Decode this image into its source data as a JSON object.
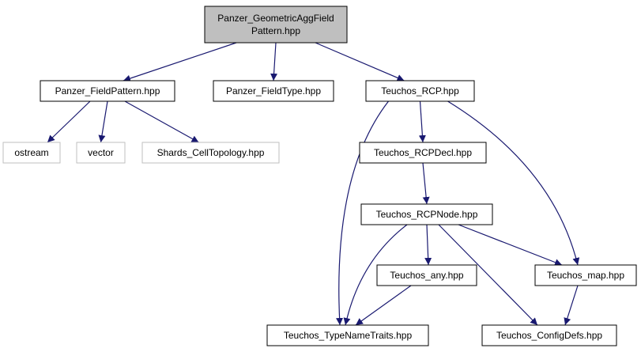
{
  "diagram": {
    "colors": {
      "edge": "#191970",
      "border": "#000000",
      "external_border": "#bfbfbf",
      "root_fill": "#bfbfbf",
      "node_fill": "#ffffff"
    },
    "nodes": {
      "geometric": {
        "lines": [
          "Panzer_GeometricAggField",
          "Pattern.hpp"
        ],
        "kind": "root"
      },
      "fieldpattern": {
        "lines": [
          "Panzer_FieldPattern.hpp"
        ],
        "kind": "normal"
      },
      "fieldtype": {
        "lines": [
          "Panzer_FieldType.hpp"
        ],
        "kind": "normal"
      },
      "rcp": {
        "lines": [
          "Teuchos_RCP.hpp"
        ],
        "kind": "normal"
      },
      "ostream": {
        "lines": [
          "ostream"
        ],
        "kind": "external"
      },
      "vector": {
        "lines": [
          "vector"
        ],
        "kind": "external"
      },
      "shards": {
        "lines": [
          "Shards_CellTopology.hpp"
        ],
        "kind": "external"
      },
      "rcpdecl": {
        "lines": [
          "Teuchos_RCPDecl.hpp"
        ],
        "kind": "normal"
      },
      "rcpnode": {
        "lines": [
          "Teuchos_RCPNode.hpp"
        ],
        "kind": "normal"
      },
      "any": {
        "lines": [
          "Teuchos_any.hpp"
        ],
        "kind": "normal"
      },
      "map": {
        "lines": [
          "Teuchos_map.hpp"
        ],
        "kind": "normal"
      },
      "typenametraits": {
        "lines": [
          "Teuchos_TypeNameTraits.hpp"
        ],
        "kind": "normal"
      },
      "configdefs": {
        "lines": [
          "Teuchos_ConfigDefs.hpp"
        ],
        "kind": "normal"
      }
    },
    "edges": [
      [
        "geometric",
        "fieldpattern"
      ],
      [
        "geometric",
        "fieldtype"
      ],
      [
        "geometric",
        "rcp"
      ],
      [
        "fieldpattern",
        "ostream"
      ],
      [
        "fieldpattern",
        "vector"
      ],
      [
        "fieldpattern",
        "shards"
      ],
      [
        "rcp",
        "rcpdecl"
      ],
      [
        "rcp",
        "typenametraits"
      ],
      [
        "rcp",
        "map"
      ],
      [
        "rcpdecl",
        "rcpnode"
      ],
      [
        "rcpnode",
        "typenametraits"
      ],
      [
        "rcpnode",
        "any"
      ],
      [
        "rcpnode",
        "map"
      ],
      [
        "rcpnode",
        "configdefs"
      ],
      [
        "any",
        "typenametraits"
      ],
      [
        "map",
        "configdefs"
      ]
    ]
  }
}
